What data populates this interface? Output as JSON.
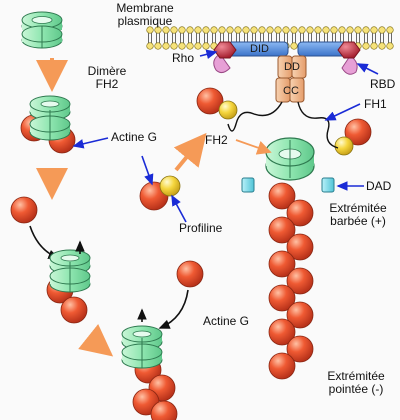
{
  "labels": {
    "membrane": [
      "Membrane",
      "plasmique"
    ],
    "dimere": [
      "Dimère",
      "FH2"
    ],
    "actine_g_1": "Actine G",
    "actine_g_2": "Actine G",
    "profiline": "Profiline",
    "fh2": "FH2",
    "rho": "Rho",
    "rbd": "RBD",
    "fh1": "FH1",
    "dad": "DAD",
    "barbed": [
      "Extrémitée",
      "barbée (+)"
    ],
    "pointed": [
      "Extrémitée",
      "pointée (-)"
    ],
    "did": "DID",
    "dd": "DD",
    "cc": "CC"
  },
  "colors": {
    "actin": "#e8512c",
    "fh2_ring": "#8fe6b0",
    "profilin": "#f3d23c",
    "domain_blue": "#4a86d8",
    "domain_tan": "#f0b98c",
    "rho_red": "#c23b4a",
    "rbd_pink": "#e7a0d6",
    "dad_cyan": "#7fd7e6",
    "orange_arrow": "#f59a57",
    "blue_pointer": "#1a2bd6",
    "membrane_head": "#f6e27a"
  }
}
